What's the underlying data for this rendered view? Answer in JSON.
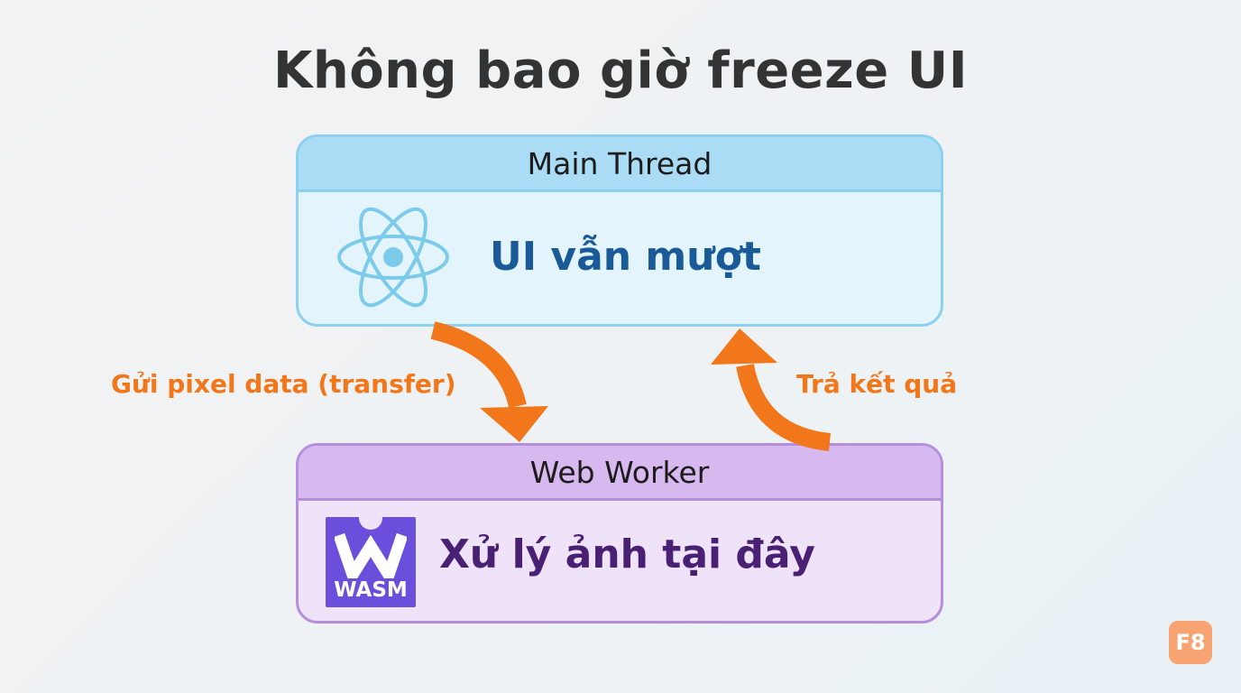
{
  "title": "Không bao giờ freeze UI",
  "main_thread": {
    "header": "Main Thread",
    "body_text": "UI vẫn mượt",
    "icon": "react-atom-icon"
  },
  "web_worker": {
    "header": "Web Worker",
    "body_text": "Xử lý ảnh tại đây",
    "icon": "wasm-logo-icon",
    "logo_text": "WASM"
  },
  "arrows": {
    "send_label": "Gửi pixel data (transfer)",
    "return_label": "Trả kết quả"
  },
  "badge": "F8",
  "colors": {
    "main_border": "#8dd0f0",
    "main_header": "#aadcf5",
    "main_body": "#e3f4fc",
    "main_text": "#1a5a99",
    "worker_border": "#b58fdc",
    "worker_header": "#d7b9f0",
    "worker_body": "#efe3fa",
    "worker_text": "#4a2075",
    "wasm": "#6b4fdc",
    "arrow": "#f2761a",
    "badge": "#f7a472"
  }
}
